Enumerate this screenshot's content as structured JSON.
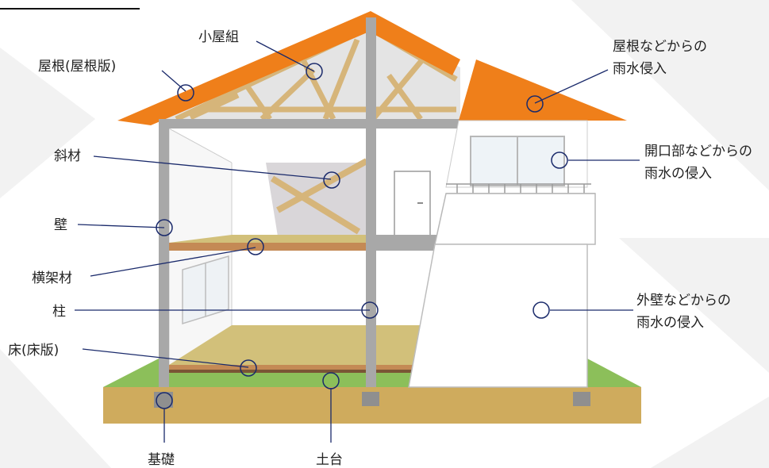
{
  "labels": {
    "koyagumi": "小屋組",
    "yane": "屋根(屋根版)",
    "shazai": "斜材",
    "kabe": "壁",
    "yokogazai": "横架材",
    "hashira": "柱",
    "yuka": "床(床版)",
    "kiso": "基礎",
    "dodai": "土台",
    "yane_shinnyu_1": "屋根などからの",
    "yane_shinnyu_2": "雨水侵入",
    "kaikoubu_1": "開口部などからの",
    "kaikoubu_2": "雨水の侵入",
    "gaiheki_1": "外壁などからの",
    "gaiheki_2": "雨水の侵入"
  },
  "colors": {
    "roof": "#ef7f1a",
    "frame": "#a8a8a8",
    "timber": "#d6b57a",
    "floor": "#d2c07a",
    "foundation": "#cfab5d",
    "grass": "#8cbf5a",
    "leader": "#1a2a6b"
  }
}
